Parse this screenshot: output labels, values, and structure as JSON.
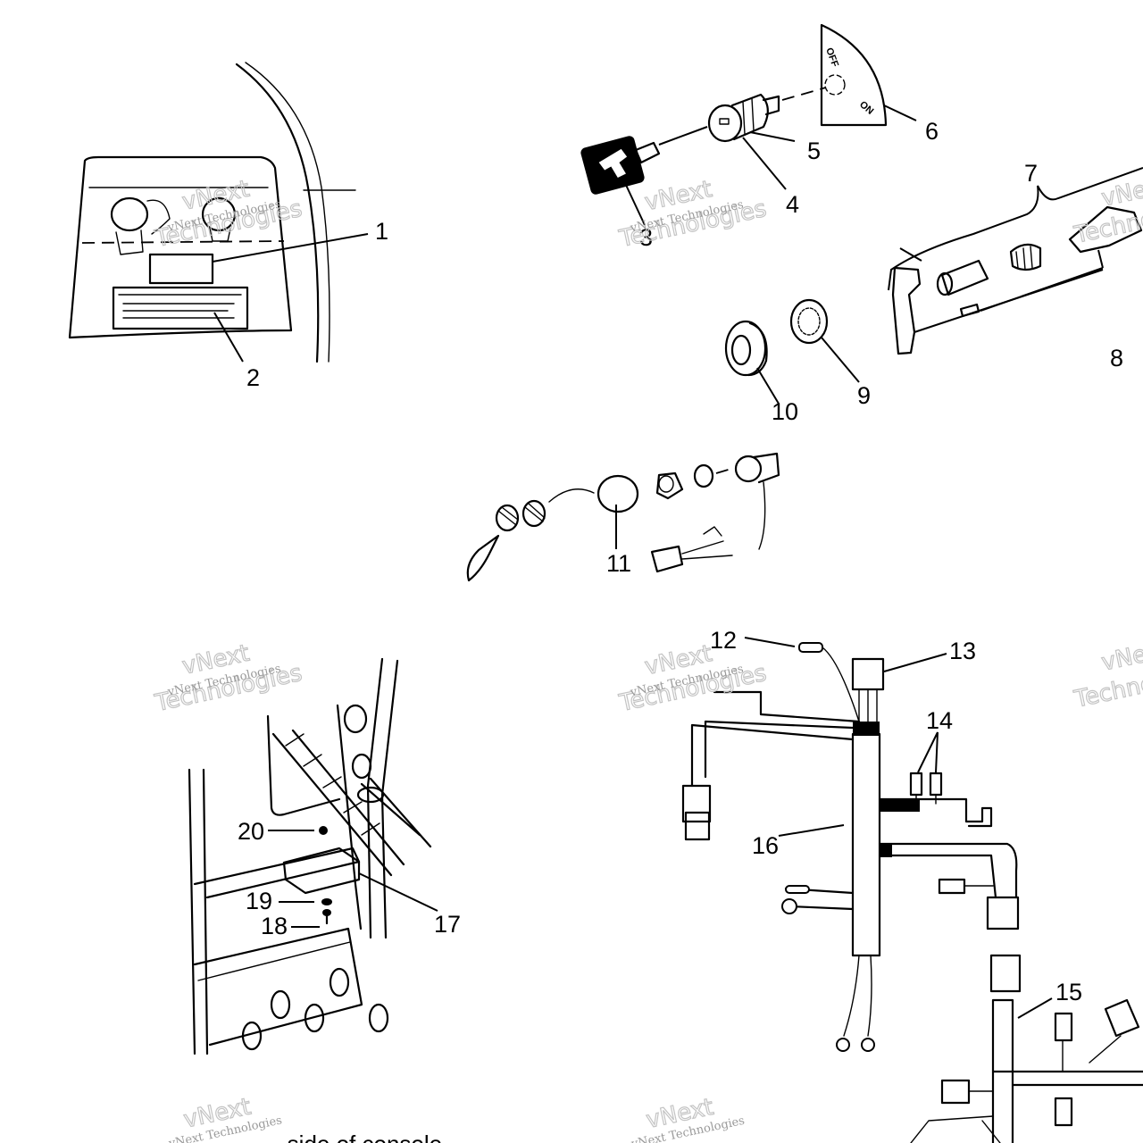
{
  "callouts": [
    "1",
    "2",
    "3",
    "4",
    "5",
    "6",
    "7",
    "8",
    "9",
    "10",
    "11",
    "12",
    "13",
    "14",
    "15",
    "16",
    "17",
    "18",
    "19",
    "20"
  ],
  "switch_plate": {
    "off_label": "OFF",
    "on_label": "ON"
  },
  "watermark": {
    "line1": "vNext Technologies",
    "big1": "vNext",
    "big2": "Technologies"
  },
  "caption": "...side of console..."
}
